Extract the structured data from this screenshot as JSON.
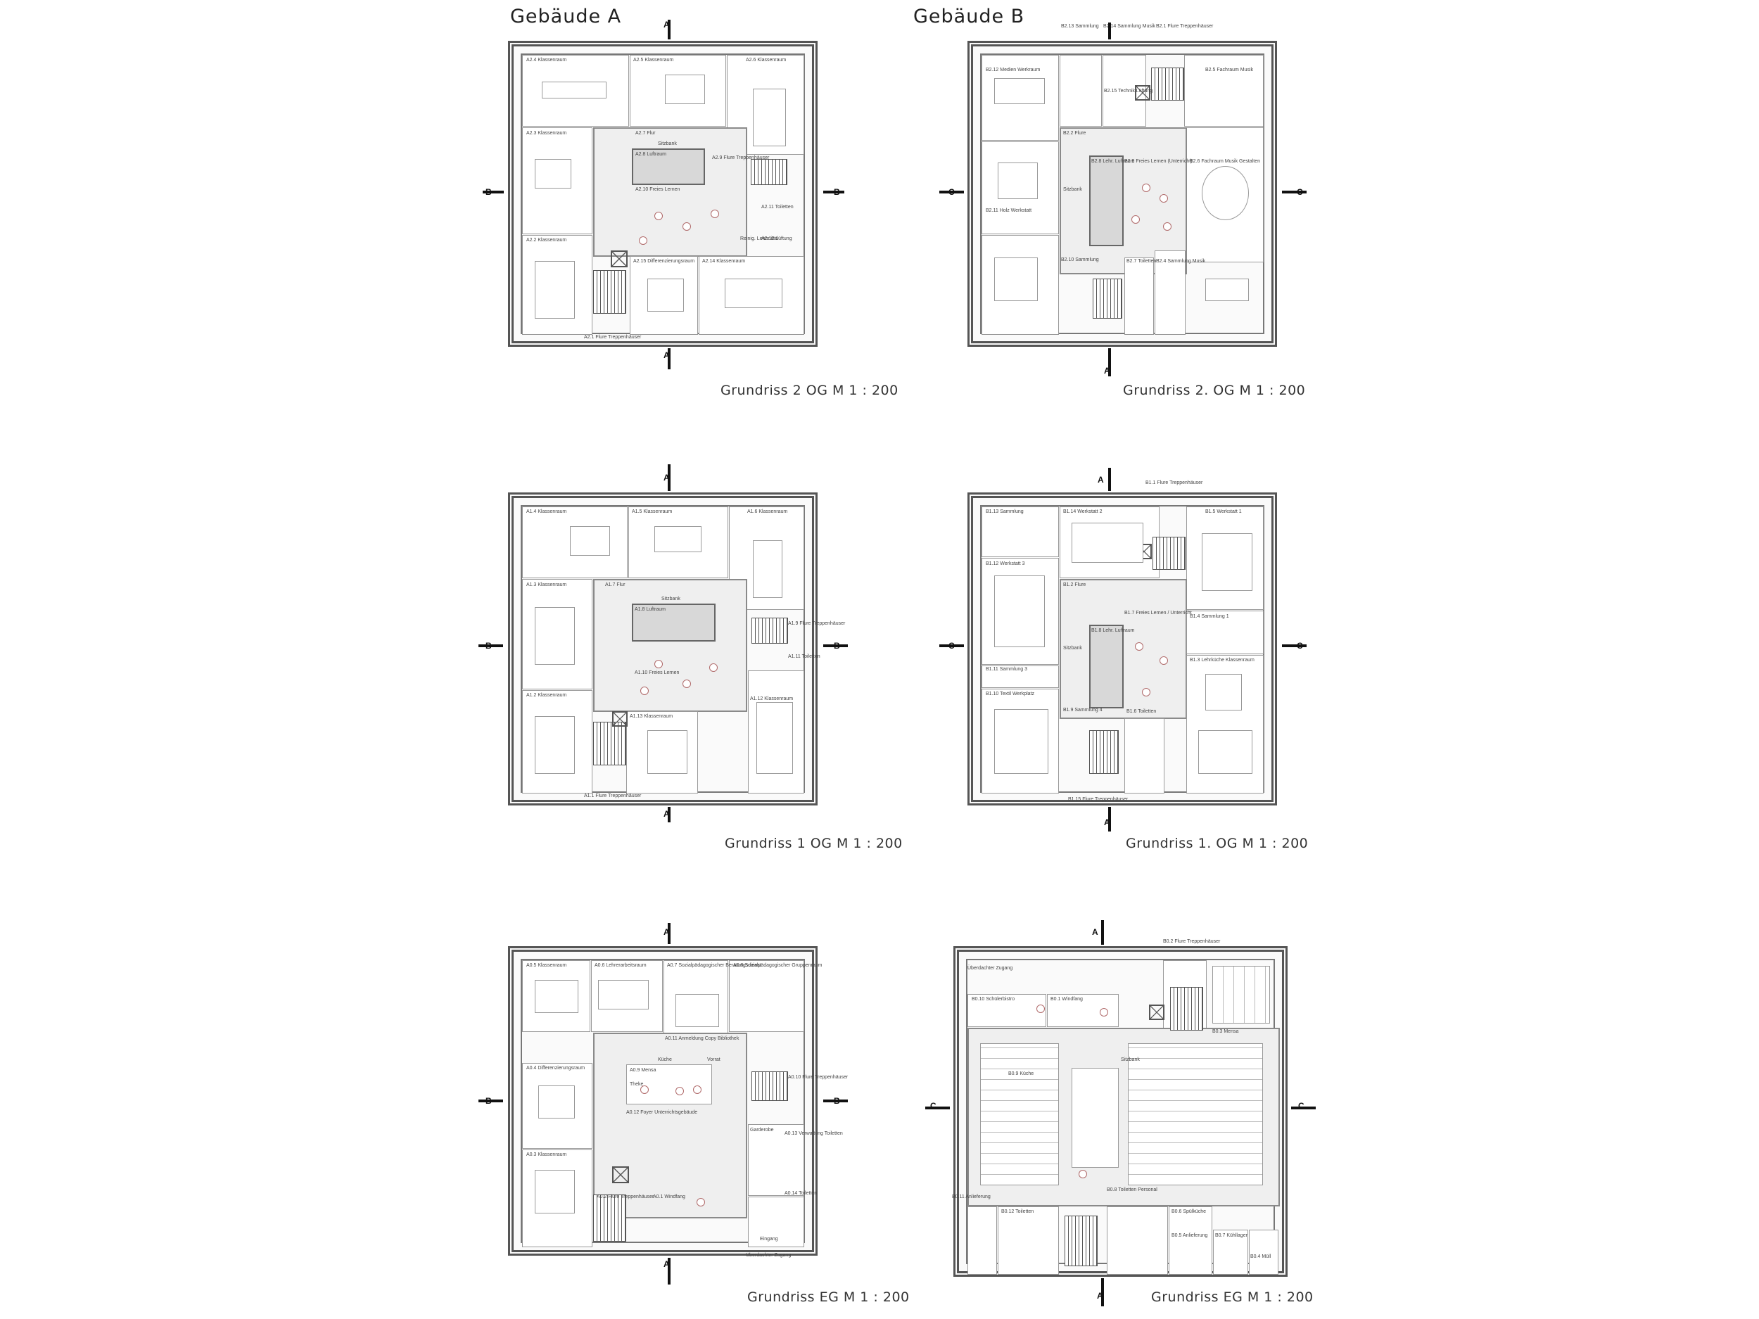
{
  "headings": {
    "building_a": "Gebäude A",
    "building_b": "Gebäude B"
  },
  "captions": {
    "a_2og": "Grundriss 2 OG M 1 : 200",
    "b_2og": "Grundriss 2. OG M 1 : 200",
    "a_1og": "Grundriss 1 OG M 1 : 200",
    "b_1og": "Grundriss 1. OG M 1 : 200",
    "a_eg": "Grundriss EG M 1 : 200",
    "b_eg": "Grundriss EG M 1 : 200"
  },
  "section_marks": {
    "a": "A",
    "b": "B",
    "c": "C"
  },
  "plans": {
    "a_2og": {
      "rooms": [
        "A2.4 Klassenraum",
        "A2.5 Klassenraum",
        "A2.6 Klassenraum",
        "A2.3 Klassenraum",
        "A2.7 Flur",
        "A2.8 Luftraum",
        "A2.10 Freies Lernen",
        "A2.9 Flure Treppenhäuser",
        "A2.2 Klassenraum",
        "A2.15 Differenzierungsraum",
        "A2.14 Klassenraum",
        "A2.1 Flure Treppenhäuser",
        "A2.12 Lüftung",
        "A2.11 Toiletten"
      ],
      "labels": {
        "sitzbank": "Sitzbank",
        "reinig": "Reinig. Lehrmittel"
      }
    },
    "b_2og": {
      "rooms": [
        "B2.13 Sammlung",
        "B2.14 Sammlung Musik",
        "B2.1 Flure Treppenhäuser",
        "B2.12 Medien Werkraum",
        "B2.15 Technik Lüftung",
        "B2.5 Fachraum Musik",
        "B2.2 Flure",
        "B2.8 Lehr. Luftraum",
        "B2.9 Freies Lernen (Unterricht)",
        "B2.6 Fachraum Musik Gestalten",
        "B2.11 Holz Werkstatt",
        "B2.10 Sammlung",
        "B2.7 Toiletten",
        "B2.4 Sammlung Musik"
      ],
      "labels": {
        "sitzbank": "Sitzbank"
      }
    },
    "a_1og": {
      "rooms": [
        "A1.4 Klassenraum",
        "A1.5 Klassenraum",
        "A1.6 Klassenraum",
        "A1.3 Klassenraum",
        "A1.7 Flur",
        "A1.8 Luftraum",
        "A1.9 Flure Treppenhäuser",
        "A1.10 Freies Lernen",
        "A1.11 Toiletten",
        "A1.2 Klassenraum",
        "A1.12 Klassenraum",
        "A1.13 Klassenraum",
        "A1.1 Flure Treppenhäuser"
      ],
      "labels": {
        "sitzbank": "Sitzbank"
      }
    },
    "b_1og": {
      "rooms": [
        "B1.13 Sammlung",
        "B1.14 Werkstatt 2",
        "B1.1 Flure Treppenhäuser",
        "B1.12 Werkstatt 3",
        "B1.5 Werkstatt 1",
        "B1.2 Flure",
        "B1.8 Lehr. Luftraum",
        "B1.7 Freies Lernen / Unterricht",
        "B1.4 Sammlung 1",
        "B1.11 Sammlung 3",
        "B1.10 Textil Werkplatz",
        "B1.9 Sammlung 4",
        "B1.6 Toiletten",
        "B1.3 Lehrküche Klassenraum",
        "B1.15 Flure Treppenhäuser"
      ],
      "labels": {
        "sitzbank": "Sitzbank"
      }
    },
    "a_eg": {
      "rooms": [
        "A0.5 Klassenraum",
        "A0.6 Lehrerarbeitsraum",
        "A0.7 Sozialpädagogischer Beratungsdienst",
        "A0.8 Sozialpädagogischer Gruppenraum",
        "A0.4 Differenzierungsraum",
        "A0.11 Anmeldung Copy Bibliothek",
        "A0.9 Mensa",
        "A0.10 Flure Treppenhäuser",
        "A0.3 Klassenraum",
        "A0.12 Foyer Unterrichtsgebäude",
        "A0.13 Verwaltung Toiletten",
        "A0.2 Flure Treppenhäuser",
        "A0.1 Windfang",
        "A0.14 Toiletten"
      ],
      "labels": {
        "theke": "Theke",
        "kueche": "Küche",
        "garderobe": "Garderobe",
        "vorrat": "Vorrat",
        "zugang": "Überdachter Zugang",
        "eingang": "Eingang"
      }
    },
    "b_eg": {
      "rooms": [
        "B0.2 Flure Treppenhäuser",
        "B0.10 Schülerbistro",
        "B0.1 Windfang",
        "B0.3 Mensa",
        "B0.9 Küche",
        "B0.11 Anlieferung",
        "B0.8 Toiletten Personal",
        "B0.12 Toiletten",
        "B0.6 Spülküche",
        "B0.5 Anlieferung",
        "B0.7 Kühllager",
        "B0.4 Müll"
      ],
      "labels": {
        "sitzbank": "Sitzbank",
        "zugang": "Überdachter Zugang"
      }
    }
  },
  "colors": {
    "wall": "#555555",
    "core_fill": "#efefef",
    "void_fill": "#d8d8d8",
    "chair": "#b06a6a",
    "background": "#ffffff"
  }
}
